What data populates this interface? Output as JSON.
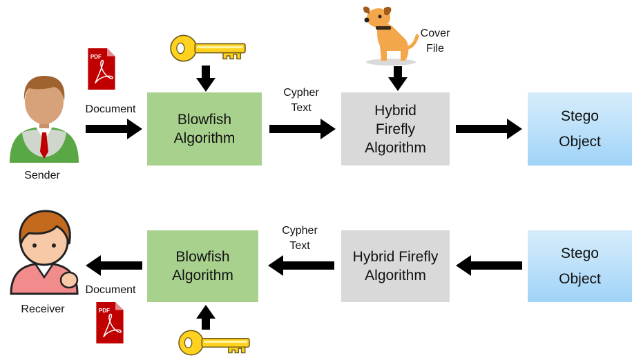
{
  "top_flow": {
    "sender_label": "Sender",
    "document_label": "Document",
    "encrypt_box": {
      "line1": "Blowfish",
      "line2": "Algorithm"
    },
    "cypher_text": {
      "line1": "Cypher",
      "line2": "Text"
    },
    "embed_box": {
      "line1": "Hybrid",
      "line2": "Firefly",
      "line3": "Algorithm"
    },
    "cover_file": {
      "line1": "Cover",
      "line2": "File"
    },
    "stego_box": {
      "line1": "Stego",
      "line2": "Object"
    }
  },
  "bottom_flow": {
    "receiver_label": "Receiver",
    "document_label": "Document",
    "decrypt_box": {
      "line1": "Blowfish",
      "line2": "Algorithm"
    },
    "cypher_text": {
      "line1": "Cypher",
      "line2": "Text"
    },
    "extract_box": {
      "line1": "Hybrid Firefly",
      "line2": "Algorithm"
    },
    "stego_box": {
      "line1": "Stego",
      "line2": "Object"
    }
  },
  "icons": [
    "pdf-file-icon",
    "key-icon",
    "dog-icon",
    "sender-person-icon",
    "receiver-person-icon",
    "arrow-right-icon",
    "arrow-left-icon",
    "arrow-down-icon",
    "arrow-up-icon"
  ],
  "colors": {
    "blowfish_box": "#a9d18e",
    "firefly_box": "#d9d9d9",
    "stego_box": "#bfe2fa",
    "pdf_red": "#c00000",
    "key_gold": "#ffd21f",
    "dog_orange": "#f4a64a",
    "arrow": "#000000"
  }
}
